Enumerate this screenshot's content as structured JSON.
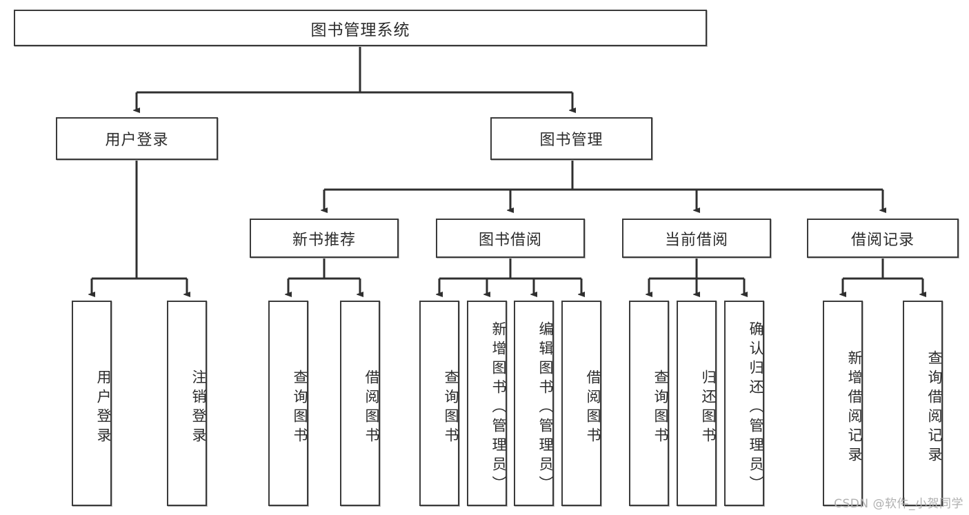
{
  "diagram": {
    "title_node": {
      "label": "图书管理系统"
    },
    "level2": [
      {
        "id": "user-login",
        "label": "用户登录"
      },
      {
        "id": "book-management",
        "label": "图书管理"
      }
    ],
    "level3": [
      {
        "id": "new-book-recommend",
        "label": "新书推荐"
      },
      {
        "id": "book-borrow",
        "label": "图书借阅"
      },
      {
        "id": "current-borrow",
        "label": "当前借阅"
      },
      {
        "id": "borrow-record",
        "label": "借阅记录"
      }
    ],
    "leaves": {
      "user_login": [
        {
          "id": "leaf-user-login",
          "label": "用户登录"
        },
        {
          "id": "leaf-logout-login",
          "label": "注销登录"
        }
      ],
      "new_book_recommend": [
        {
          "id": "leaf-query-book-1",
          "label": "查询图书"
        },
        {
          "id": "leaf-borrow-book-1",
          "label": "借阅图书"
        }
      ],
      "book_borrow": [
        {
          "id": "leaf-query-book-2",
          "label": "查询图书"
        },
        {
          "id": "leaf-add-book",
          "label": "新增图书（管理员）"
        },
        {
          "id": "leaf-edit-book",
          "label": "编辑图书（管理员）"
        },
        {
          "id": "leaf-borrow-book-2",
          "label": "借阅图书"
        }
      ],
      "current_borrow": [
        {
          "id": "leaf-query-book-3",
          "label": "查询图书"
        },
        {
          "id": "leaf-return-book",
          "label": "归还图书"
        },
        {
          "id": "leaf-confirm-return",
          "label": "确认归还（管理员）"
        }
      ],
      "borrow_record": [
        {
          "id": "leaf-add-record",
          "label": "新增借阅记录"
        },
        {
          "id": "leaf-query-record",
          "label": "查询借阅记录"
        }
      ]
    }
  },
  "watermark": {
    "text": "CSDN @软件_小贺同学"
  },
  "colors": {
    "node_border": "#3a3a3a",
    "node_fill": "#ffffff",
    "link_stroke": "#2f2f2f",
    "text": "#2b2b2b",
    "watermark": "#b0b0b0"
  }
}
